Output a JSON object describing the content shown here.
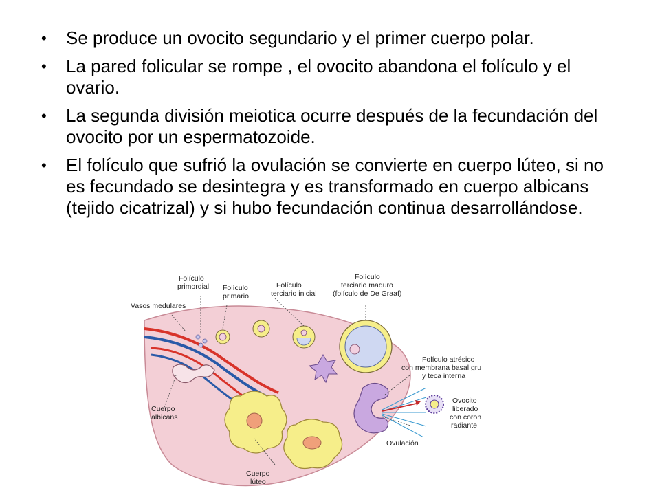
{
  "bullets": [
    "Se produce un ovocito segundario y el primer cuerpo polar.",
    "La pared folicular se rompe , el ovocito abandona el folículo y el ovario.",
    "La segunda división meiotica ocurre después de la fecundación del ovocito por un espermatozoide.",
    "El folículo que sufrió la ovulación se convierte en cuerpo lúteo, si no es fecundado se desintegra y  es transformado en cuerpo albicans (tejido cicatrizal) y si hubo fecundación continua desarrollándose."
  ],
  "diagram": {
    "labels": {
      "primordial_l1": "Folículo",
      "primordial_l2": "primordial",
      "primario_l1": "Folículo",
      "primario_l2": "primario",
      "terciario_inicial_l1": "Folículo",
      "terciario_inicial_l2": "terciario inicial",
      "maduro_l1": "Folículo",
      "maduro_l2": "terciario maduro",
      "maduro_l3": "(folículo de De Graaf)",
      "vasos": "Vasos medulares",
      "albicans_l1": "Cuerpo",
      "albicans_l2": "albicans",
      "atresico_l1": "Folículo atrésico",
      "atresico_l2": "con membrana basal gruesa",
      "atresico_l3": "y teca interna",
      "ovocito_l1": "Ovocito",
      "ovocito_l2": "liberado",
      "ovocito_l3": "con corona",
      "ovocito_l4": "radiante",
      "ovulacion": "Ovulación",
      "luteo_l1": "Cuerpo",
      "luteo_l2": "lúteo"
    },
    "colors": {
      "stroma": "#f3cfd6",
      "stroma_edge": "#c88a96",
      "artery": "#d8332a",
      "vein": "#2a5aa8",
      "luteum": "#f6ee8a",
      "luteum_center": "#f0a07a",
      "follicle_fluid": "#cfd8f2",
      "atretic": "#c9a8e0",
      "corona": "#5a3a9a"
    }
  }
}
